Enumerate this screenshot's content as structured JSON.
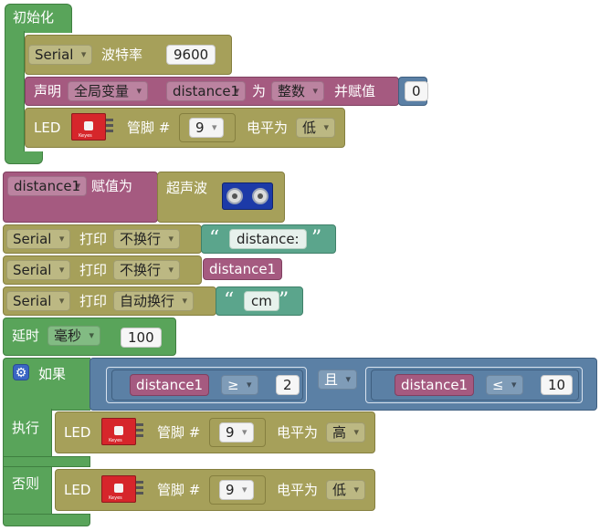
{
  "setup": {
    "title": "初始化",
    "serial": {
      "port": "Serial",
      "baud_label": "波特率",
      "baud_value": "9600"
    },
    "declare": {
      "label": "声明",
      "scope": "全局变量",
      "var": "distance1",
      "as_label": "为",
      "type": "整数",
      "assign_label": "并赋值",
      "value": "0"
    },
    "led": {
      "label": "LED",
      "pin_label": "管脚 #",
      "pin": "9",
      "level_label": "电平为",
      "level": "低"
    }
  },
  "main": {
    "assign": {
      "var": "distance1",
      "assign_label": "赋值为",
      "sensor_label": "超声波"
    },
    "print1": {
      "port": "Serial",
      "label": "打印",
      "mode": "不换行",
      "open_quote": "“",
      "text": "distance:",
      "close_quote": "”"
    },
    "print2": {
      "port": "Serial",
      "label": "打印",
      "mode": "不换行",
      "var": "distance1"
    },
    "print3": {
      "port": "Serial",
      "label": "打印",
      "mode": "自动换行",
      "open_quote": "“",
      "text": "cm",
      "close_quote": "”"
    },
    "delay": {
      "label": "延时",
      "unit": "毫秒",
      "value": "100"
    },
    "if": {
      "label": "如果",
      "cond1": {
        "var": "distance1",
        "op": "≥",
        "value": "2"
      },
      "logic": "且",
      "cond2": {
        "var": "distance1",
        "op": "≤",
        "value": "10"
      },
      "then_label": "执行",
      "then_led": {
        "label": "LED",
        "pin_label": "管脚 #",
        "pin": "9",
        "level_label": "电平为",
        "level": "高"
      },
      "else_label": "否则",
      "else_led": {
        "label": "LED",
        "pin_label": "管脚 #",
        "pin": "9",
        "level_label": "电平为",
        "level": "低"
      }
    }
  }
}
